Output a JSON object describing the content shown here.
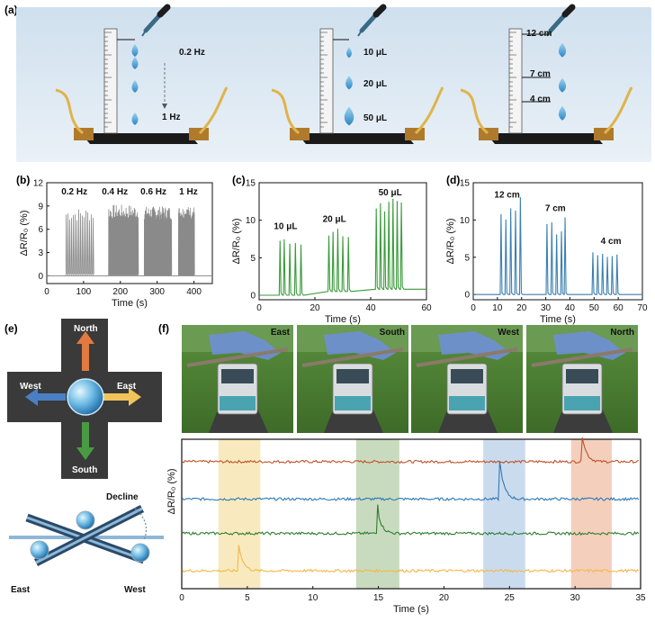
{
  "panel_labels": [
    "(a)",
    "(b)",
    "(c)",
    "(d)",
    "(e)",
    "(f)"
  ],
  "panel_a": {
    "frequency_labels": [
      "0.2 Hz",
      "1 Hz"
    ],
    "volume_labels": [
      "10 μL",
      "20 μL",
      "50 μL"
    ],
    "height_labels": [
      "12 cm",
      "7 cm",
      "4 cm"
    ]
  },
  "panel_e": {
    "directions": [
      "North",
      "East",
      "South",
      "West"
    ],
    "tilt_labels": [
      "Decline",
      "East",
      "West"
    ]
  },
  "panel_f": {
    "photo_labels": [
      "East",
      "South",
      "West",
      "North"
    ]
  },
  "colors": {
    "b": "#8a8a8a",
    "c": "#3a9a3a",
    "d": "#3a7fb0",
    "f_north": "#c0522a",
    "f_west": "#2e79b5",
    "f_south": "#2e7d32",
    "f_east": "#f2b84b",
    "bg_east": "#f6e3a8",
    "bg_south": "#b7cfa8",
    "bg_west": "#b9cfe8",
    "bg_north": "#f0bfa6"
  },
  "chart_data": [
    {
      "id": "b",
      "type": "line",
      "xlabel": "Time (s)",
      "ylabel": "ΔR/R₀ (%)",
      "xlim": [
        0,
        450
      ],
      "ylim": [
        -1,
        12
      ],
      "xticks": [
        0,
        100,
        200,
        300,
        400
      ],
      "yticks": [
        0,
        3,
        6,
        9,
        12
      ],
      "annotations": [
        {
          "text": "0.2 Hz",
          "x": 75,
          "y": 10.5
        },
        {
          "text": "0.4 Hz",
          "x": 185,
          "y": 10.5
        },
        {
          "text": "0.6 Hz",
          "x": 290,
          "y": 10.5
        },
        {
          "text": "1 Hz",
          "x": 385,
          "y": 10.5
        }
      ],
      "series": [
        {
          "bursts": [
            {
              "start": 52,
              "end": 130,
              "count": 16,
              "peak": 8.6
            },
            {
              "start": 168,
              "end": 250,
              "count": 40,
              "peak": 9.0
            },
            {
              "start": 265,
              "end": 340,
              "count": 60,
              "peak": 8.8
            },
            {
              "start": 358,
              "end": 402,
              "count": 45,
              "peak": 8.8
            }
          ]
        }
      ]
    },
    {
      "id": "c",
      "type": "line",
      "xlabel": "Time (s)",
      "ylabel": "ΔR/R₀ (%)",
      "xlim": [
        0,
        60
      ],
      "ylim": [
        -0.6,
        15
      ],
      "xticks": [
        0,
        20,
        40,
        60
      ],
      "yticks": [
        0,
        5,
        10,
        15
      ],
      "annotations": [
        {
          "text": "10 μL",
          "x": 9.5,
          "y": 8.8
        },
        {
          "text": "20 μL",
          "x": 27,
          "y": 9.8
        },
        {
          "text": "50 μL",
          "x": 47,
          "y": 13.3
        }
      ],
      "series": [
        {
          "baseline_steps": [
            [
              0,
              0
            ],
            [
              23,
              0.5
            ],
            [
              41,
              0.8
            ]
          ],
          "peaks": [
            [
              7.5,
              7.2
            ],
            [
              9.0,
              7.4
            ],
            [
              11.0,
              6.8
            ],
            [
              13.0,
              6.9
            ],
            [
              15.0,
              6.7
            ],
            [
              25.0,
              7.9
            ],
            [
              26.5,
              8.4
            ],
            [
              28.2,
              8.8
            ],
            [
              30.0,
              7.8
            ],
            [
              32.0,
              7.7
            ],
            [
              42.0,
              11.5
            ],
            [
              43.5,
              12.2
            ],
            [
              45.0,
              11.1
            ],
            [
              46.5,
              12.4
            ],
            [
              48.0,
              12.8
            ],
            [
              49.5,
              12.5
            ],
            [
              51.0,
              12.3
            ]
          ]
        }
      ]
    },
    {
      "id": "d",
      "type": "line",
      "xlabel": "Time (s)",
      "ylabel": "ΔR/R₀ (%)",
      "xlim": [
        0,
        70
      ],
      "ylim": [
        -0.7,
        15
      ],
      "xticks": [
        0,
        10,
        20,
        30,
        40,
        50,
        60,
        70
      ],
      "yticks": [
        0,
        5,
        10,
        15
      ],
      "annotations": [
        {
          "text": "12 cm",
          "x": 14,
          "y": 13.0
        },
        {
          "text": "7 cm",
          "x": 34,
          "y": 11.2
        },
        {
          "text": "4 cm",
          "x": 57,
          "y": 6.8
        }
      ],
      "series": [
        {
          "peaks": [
            [
              11.5,
              10.7
            ],
            [
              13.5,
              10.0
            ],
            [
              15.5,
              11.5
            ],
            [
              17.5,
              11.2
            ],
            [
              19.5,
              13.0
            ],
            [
              30.5,
              9.4
            ],
            [
              32.5,
              9.6
            ],
            [
              34.5,
              8.0
            ],
            [
              36.5,
              8.4
            ],
            [
              38.0,
              10.3
            ],
            [
              49.5,
              5.6
            ],
            [
              51.5,
              5.2
            ],
            [
              53.5,
              5.4
            ],
            [
              55.5,
              5.0
            ],
            [
              57.5,
              5.1
            ],
            [
              59.5,
              5.3
            ]
          ]
        }
      ]
    },
    {
      "id": "f",
      "type": "line",
      "xlabel": "Time (s)",
      "ylabel": "ΔR/R₀ (%)",
      "xlim": [
        0,
        35
      ],
      "xticks": [
        0,
        5,
        10,
        15,
        20,
        25,
        30,
        35
      ],
      "shaded": [
        [
          2.8,
          6.0,
          "bg_east"
        ],
        [
          13.3,
          16.6,
          "bg_south"
        ],
        [
          23.0,
          26.2,
          "bg_west"
        ],
        [
          29.7,
          32.8,
          "bg_north"
        ]
      ],
      "series": [
        {
          "color": "f_north",
          "level": 0.85,
          "spike_t": 30.6,
          "spike_h": 0.17
        },
        {
          "color": "f_west",
          "level": 0.6,
          "spike_t": 24.3,
          "spike_h": 0.25
        },
        {
          "color": "f_south",
          "level": 0.37,
          "spike_t": 14.9,
          "spike_h": 0.2
        },
        {
          "color": "f_east",
          "level": 0.12,
          "spike_t": 4.4,
          "spike_h": 0.17
        }
      ]
    }
  ]
}
